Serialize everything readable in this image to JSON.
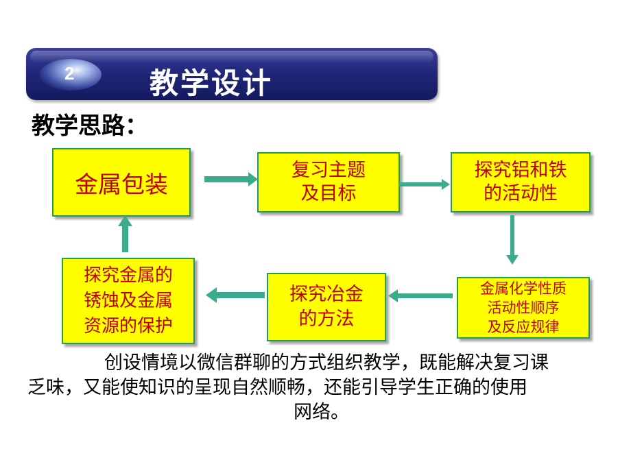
{
  "header": {
    "number": "2",
    "title": "教学设计"
  },
  "subtitle": "教学思路：",
  "flow": {
    "box1": [
      "金属包装"
    ],
    "box2": [
      "复习主题",
      "及目标"
    ],
    "box3": [
      "探究铝和铁",
      "的活动性"
    ],
    "box4": [
      "金属化学性质",
      "活动性顺序",
      "及反应规律"
    ],
    "box5": [
      "探究冶金",
      "的方法"
    ],
    "box6": [
      "探究金属的",
      "锈蚀及金属",
      "资源的保护"
    ]
  },
  "paragraph": {
    "line1": "创设情境以微信群聊的方式组织教学，既能解决复习课",
    "line2": "乏味，又能使知识的呈现自然顺畅，还能引导学生正确的使用",
    "line3": "网络。"
  },
  "colors": {
    "box_fill": "#ffff00",
    "box_border": "#1ea04c",
    "box_text": "#c00000",
    "arrow": "#3cab8c",
    "header_bar": "#22287a"
  }
}
